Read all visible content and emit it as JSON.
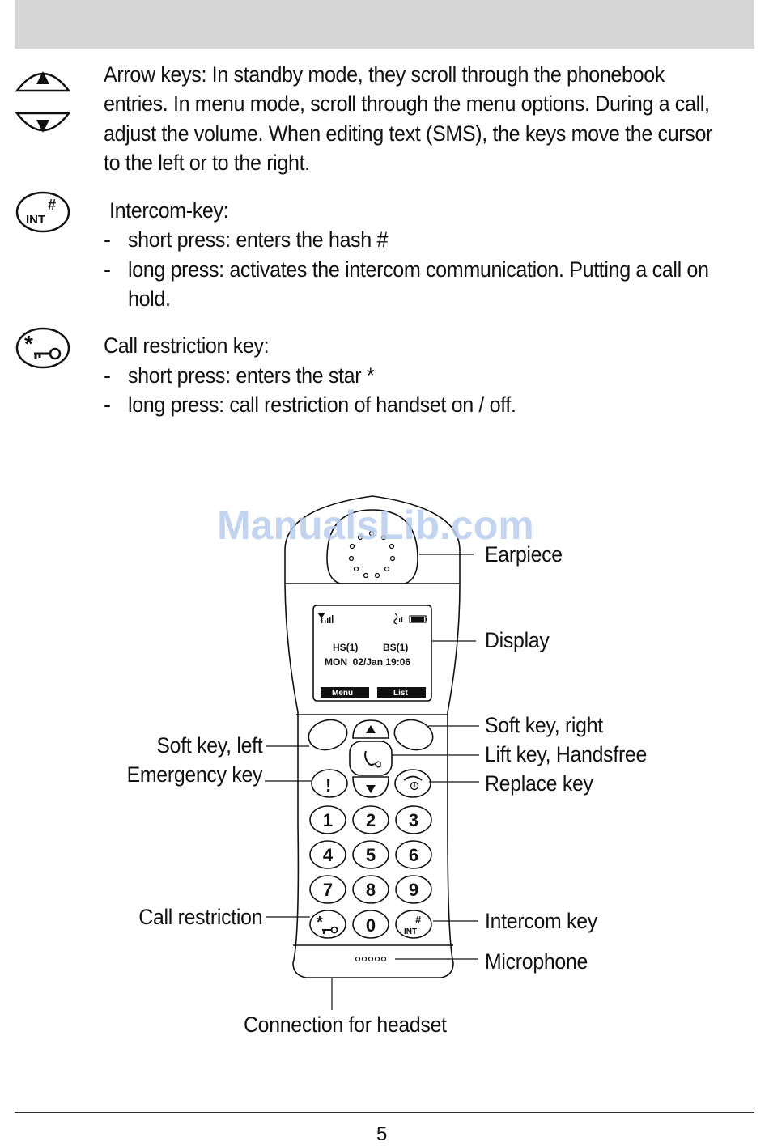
{
  "arrow_keys": {
    "lines": [
      "Arrow keys: In standby mode, they scroll through the phonebook",
      "entries. In menu mode, scroll through the menu options. During a call,",
      "adjust the volume. When editing text (SMS), the keys move the cursor",
      "to the left or to the right."
    ],
    "up_icon": "up-triangle-key-icon",
    "down_icon": "down-triangle-key-icon"
  },
  "intercom": {
    "title": "Intercom-key:",
    "bullets": [
      "short press: enters the hash #",
      "long press: activates the intercom communication. Putting a call on",
      "hold."
    ],
    "icon_hash": "#",
    "icon_int": "INT"
  },
  "restriction": {
    "title": "Call restriction key:",
    "bullets": [
      "short press: enters the star *",
      "long press: call restriction of handset on / off."
    ],
    "icon_star": "*"
  },
  "bullet_mark": "-",
  "watermark": "ManualsLib.com",
  "diagram": {
    "labels": {
      "earpiece": "Earpiece",
      "display": "Display",
      "soft_key_right": "Soft key, right",
      "lift_key": "Lift key, Handsfree",
      "replace_key": "Replace key",
      "soft_key_left": "Soft key, left",
      "emergency_key": "Emergency key",
      "call_restriction": "Call restriction",
      "intercom_key": "Intercom key",
      "microphone": "Microphone",
      "connection_headset": "Connection for headset"
    },
    "screen": {
      "line1_left": "HS(1)",
      "line1_right": "BS(1)",
      "line2": "MON  02/Jan 19:06",
      "softkey_left": "Menu",
      "softkey_right": "List"
    },
    "keypad": [
      "1",
      "2",
      "3",
      "4",
      "5",
      "6",
      "7",
      "8",
      "9",
      "*",
      "0",
      "#"
    ],
    "int_label": "INT",
    "emergency_symbol": "!"
  },
  "page_number": "5"
}
